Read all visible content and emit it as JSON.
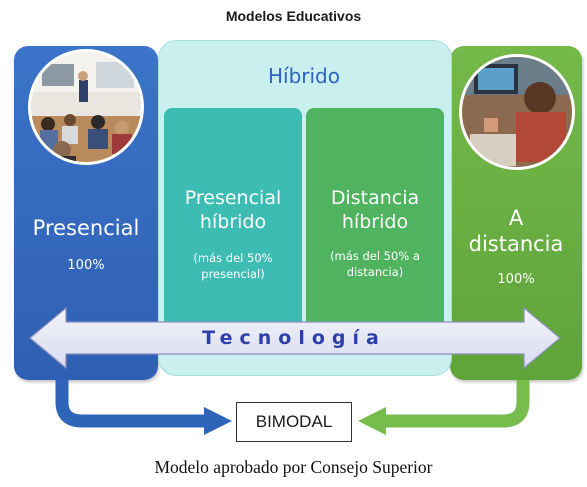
{
  "title": "Modelos Educativos",
  "presencial": {
    "label": "Presencial",
    "percent": "100%"
  },
  "hibrido": {
    "label": "Híbrido",
    "presencial_hibrido": {
      "line1": "Presencial",
      "line2": "híbrido",
      "sub1": "(más del 50%",
      "sub2": "presencial)"
    },
    "distancia_hibrido": {
      "line1": "Distancia",
      "line2": "híbrido",
      "sub1": "(más del 50% a",
      "sub2": "distancia)"
    }
  },
  "a_distancia": {
    "line1": "A",
    "line2": "distancia",
    "percent": "100%"
  },
  "tecnologia": "Tecnología",
  "bimodal": "BIMODAL",
  "caption": "Modelo aprobado por Consejo Superior",
  "colors": {
    "presencial": "#3b74c8",
    "a_distancia": "#6db044",
    "hibrido_bg": "#c9efef",
    "presencial_hibrido": "#3cbcb3",
    "distancia_hibrido": "#4fb35f",
    "tecnologia_text": "#2e3fa8",
    "hibrido_title": "#2f63c2"
  },
  "icons": {
    "left_photo": "classroom-photo",
    "right_photo": "online-student-photo"
  }
}
